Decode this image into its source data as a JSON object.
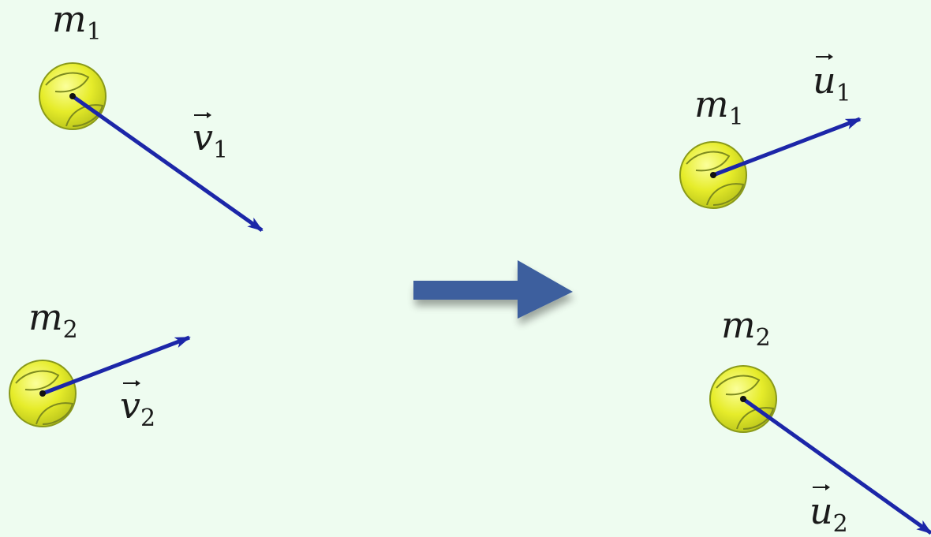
{
  "colors": {
    "background": "#eefcf0",
    "velocity_arrow": "#1c26a8",
    "transition_arrow": "#3c5f9e",
    "ball_fill": "#e6ec2a",
    "ball_seam": "#7d8a1e"
  },
  "before": {
    "ball1": {
      "mass_label": "m",
      "mass_sub": "1",
      "velocity_label": "v",
      "velocity_sub": "1"
    },
    "ball2": {
      "mass_label": "m",
      "mass_sub": "2",
      "velocity_label": "v",
      "velocity_sub": "2"
    }
  },
  "after": {
    "ball1": {
      "mass_label": "m",
      "mass_sub": "1",
      "velocity_label": "u",
      "velocity_sub": "1"
    },
    "ball2": {
      "mass_label": "m",
      "mass_sub": "2",
      "velocity_label": "u",
      "velocity_sub": "2"
    }
  },
  "transition_icon": "right-arrow-icon"
}
